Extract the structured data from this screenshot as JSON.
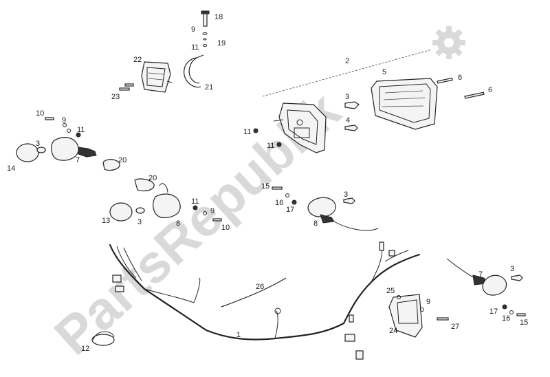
{
  "watermark": {
    "text": "PartsRepublik",
    "color": "#d9d9d9"
  },
  "diagram": {
    "labels": [
      {
        "id": "l18",
        "text": "18"
      },
      {
        "id": "l9a",
        "text": "9"
      },
      {
        "id": "l19",
        "text": "19"
      },
      {
        "id": "l11a",
        "text": "11"
      },
      {
        "id": "l22",
        "text": "22"
      },
      {
        "id": "l21",
        "text": "21"
      },
      {
        "id": "l23",
        "text": "23"
      },
      {
        "id": "l2",
        "text": "2"
      },
      {
        "id": "l5",
        "text": "5"
      },
      {
        "id": "l6a",
        "text": "6"
      },
      {
        "id": "l6b",
        "text": "6"
      },
      {
        "id": "l3a",
        "text": "3"
      },
      {
        "id": "l4",
        "text": "4"
      },
      {
        "id": "l11b",
        "text": "11"
      },
      {
        "id": "l11c",
        "text": "11"
      },
      {
        "id": "l10a",
        "text": "10"
      },
      {
        "id": "l9b",
        "text": "9"
      },
      {
        "id": "l11d",
        "text": "11"
      },
      {
        "id": "l3b",
        "text": "3"
      },
      {
        "id": "l14",
        "text": "14"
      },
      {
        "id": "l7a",
        "text": "7"
      },
      {
        "id": "l20a",
        "text": "20"
      },
      {
        "id": "l20b",
        "text": "20"
      },
      {
        "id": "l15a",
        "text": "15"
      },
      {
        "id": "l16a",
        "text": "16"
      },
      {
        "id": "l17a",
        "text": "17"
      },
      {
        "id": "l3c",
        "text": "3"
      },
      {
        "id": "l11e",
        "text": "11"
      },
      {
        "id": "l9c",
        "text": "9"
      },
      {
        "id": "l10b",
        "text": "10"
      },
      {
        "id": "l13",
        "text": "13"
      },
      {
        "id": "l3d",
        "text": "3"
      },
      {
        "id": "l8a",
        "text": "8"
      },
      {
        "id": "l8b",
        "text": "8"
      },
      {
        "id": "l26",
        "text": "26"
      },
      {
        "id": "l1",
        "text": "1"
      },
      {
        "id": "l25",
        "text": "25"
      },
      {
        "id": "l9d",
        "text": "9"
      },
      {
        "id": "l24",
        "text": "24"
      },
      {
        "id": "l27",
        "text": "27"
      },
      {
        "id": "l7b",
        "text": "7"
      },
      {
        "id": "l3e",
        "text": "3"
      },
      {
        "id": "l17b",
        "text": "17"
      },
      {
        "id": "l16b",
        "text": "16"
      },
      {
        "id": "l15b",
        "text": "15"
      },
      {
        "id": "l12",
        "text": "12"
      }
    ]
  },
  "icons": {
    "gear": "gear-icon"
  }
}
